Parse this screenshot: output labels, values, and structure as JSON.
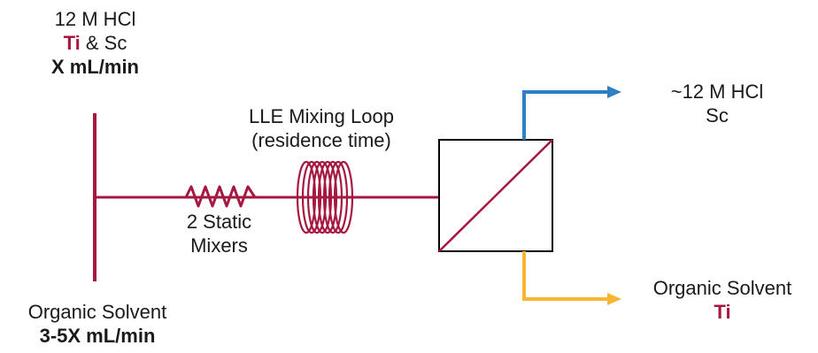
{
  "inlet_top": {
    "line1": "12 M HCl",
    "line2_ti": "Ti",
    "line2_rest": " & Sc",
    "rate": "X mL/min"
  },
  "inlet_bottom": {
    "line1": "Organic Solvent",
    "rate": "3-5X mL/min"
  },
  "mixers": {
    "line1": "2 Static",
    "line2": "Mixers"
  },
  "loop": {
    "line1": "LLE Mixing Loop",
    "line2": "(residence time)"
  },
  "outlet_aqueous": {
    "line1": "~12 M HCl",
    "line2": "Sc"
  },
  "outlet_organic": {
    "line1": "Organic Solvent",
    "line2": "Ti"
  },
  "colors": {
    "process_line": "#a5183f",
    "aqueous_line": "#2e7fc4",
    "organic_line": "#f5b731",
    "separator": "#000000"
  }
}
